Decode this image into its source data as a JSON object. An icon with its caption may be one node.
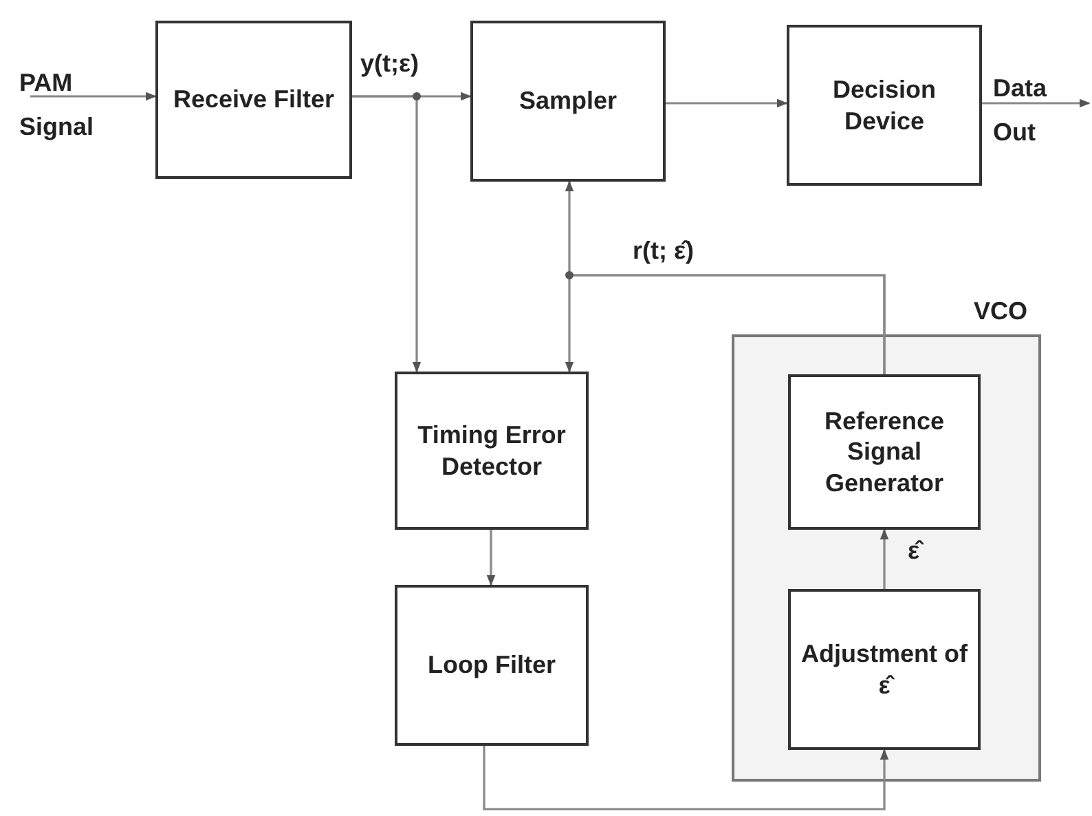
{
  "diagram": {
    "nodes": [
      {
        "text": [
          "Receive Filter"
        ]
      },
      {
        "text": [
          "Sampler"
        ]
      },
      {
        "text": [
          "Decision Device"
        ]
      },
      {
        "text": [
          "Timing Error Detector"
        ]
      },
      {
        "text": [
          "Loop Filter"
        ]
      },
      {
        "text": [
          "VCO"
        ]
      },
      {
        "text": [
          "Reference Signal Generator"
        ],
        "in": 5
      },
      {
        "text": [
          "Adjustment of ε̂"
        ],
        "in": 5
      }
    ],
    "edges": [
      {
        "from": null,
        "to": 0,
        "arrow": "to",
        "label": "PAM Signal"
      },
      {
        "from": 0,
        "to": 1,
        "arrow": "to",
        "label": "y(t;ε)"
      },
      {
        "from": 0,
        "to": 3,
        "arrow": "to"
      },
      {
        "from": 1,
        "to": 2,
        "arrow": "to"
      },
      {
        "from": 2,
        "to": null,
        "arrow": "to",
        "label": "Data Out"
      },
      {
        "from": 6,
        "to": 1,
        "arrow": "to",
        "label": "r(t; ε̂)"
      },
      {
        "from": 6,
        "to": 3,
        "arrow": "to"
      },
      {
        "from": 3,
        "to": 4,
        "arrow": "to"
      },
      {
        "from": 7,
        "to": 6,
        "arrow": "to",
        "label": "ε̂"
      },
      {
        "from": 4,
        "to": 7,
        "arrow": "to"
      }
    ]
  }
}
